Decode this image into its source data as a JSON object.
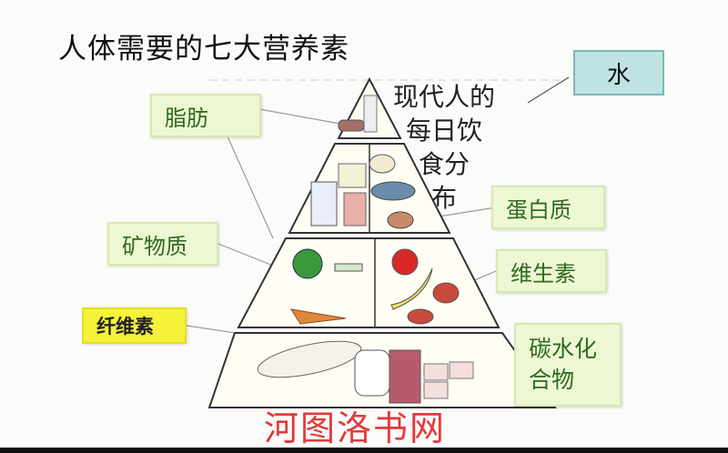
{
  "title": "人体需要的七大营养素",
  "water_label": "水",
  "distribution_text": [
    "现代人的",
    "每日饮",
    "食分",
    "布"
  ],
  "labels": {
    "fat": "脂肪",
    "protein": "蛋白质",
    "minerals": "矿物质",
    "vitamins": "维生素",
    "fiber": "纤维素",
    "carbohydrates": [
      "碳水化",
      "合物"
    ]
  },
  "watermark": "河图洛书网",
  "colors": {
    "label_bg": "#eef7d4",
    "label_text": "#2f6a1e",
    "water_bg": "#bfe3e4",
    "fiber_bg": "#f4f23a",
    "watermark": "#e23a3a"
  }
}
